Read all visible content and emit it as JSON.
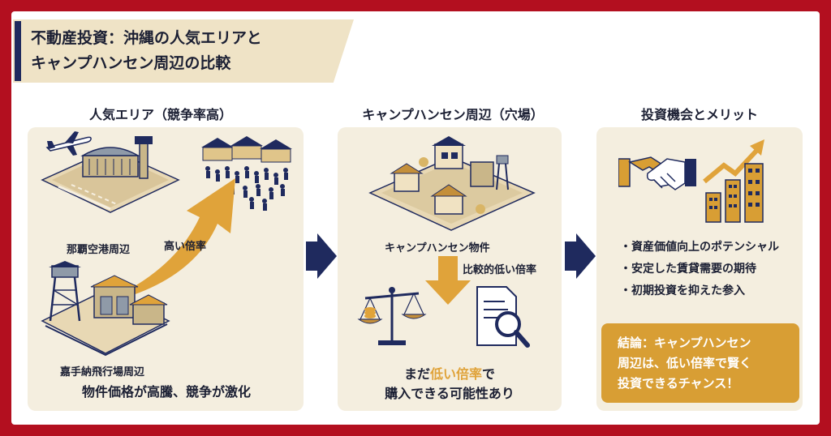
{
  "title": {
    "line1": "不動産投資：沖縄の人気エリアと",
    "line2": "キャンプハンセン周辺の比較"
  },
  "left": {
    "heading": "人気エリア（競争率高）",
    "airport_label": "那覇空港周辺",
    "kadena_label": "嘉手納飛行場周辺",
    "arrow_label": "高い倍率",
    "summary": "物件価格が高騰、競争が激化"
  },
  "middle": {
    "heading": "キャンプハンセン周辺（穴場）",
    "property_label": "キャンプハンセン物件",
    "arrow_label": "比較的低い倍率",
    "summary_line1_pre": "まだ",
    "summary_line1_accent": "低い倍率",
    "summary_line1_post": "で",
    "summary_line2": "購入できる可能性あり"
  },
  "right": {
    "heading": "投資機会とメリット",
    "bullets": [
      "資産価値向上のポテンシャル",
      "安定した賃貸需要の期待",
      "初期投資を抑えた参入"
    ],
    "conclusion_line1": "結論：キャンプハンセン",
    "conclusion_line2": "周辺は、低い倍率で賢く",
    "conclusion_line3": "投資できるチャンス！"
  },
  "icons": [
    "airplane-icon",
    "airport-building-icon",
    "crowd-market-icon",
    "watchtower-icon",
    "military-base-icon",
    "village-icon",
    "scale-icon",
    "document-magnifier-icon",
    "handshake-icon",
    "growth-buildings-icon",
    "chevron-right-icon"
  ],
  "colors": {
    "navy": "#1f2a5e",
    "gold": "#e0a33a",
    "frame_red": "#b30f1f",
    "panel": "#f4eedf",
    "cream": "#efe3c6"
  }
}
